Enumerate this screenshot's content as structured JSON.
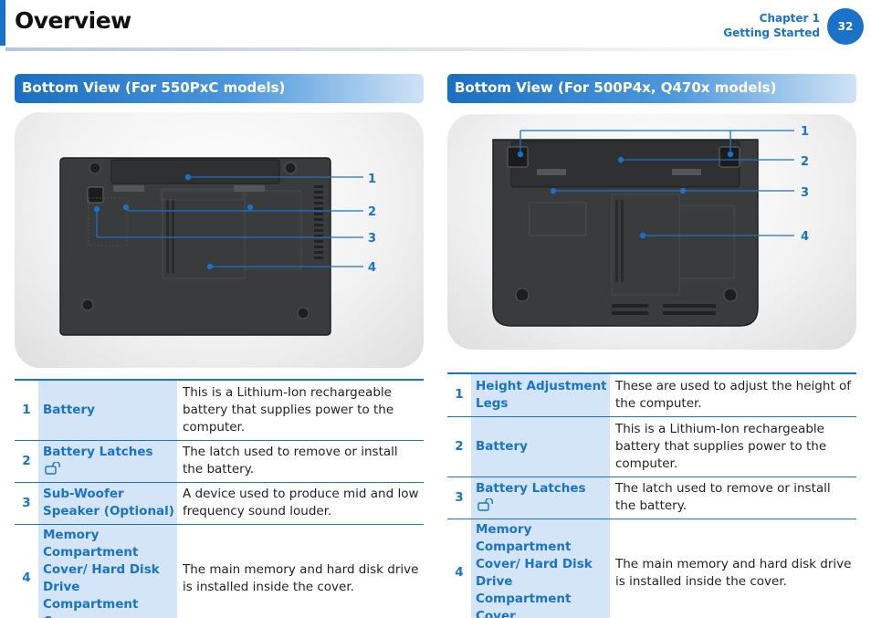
{
  "header": {
    "title": "Overview",
    "chapter": "Chapter 1",
    "section": "Getting Started",
    "page_number": "32"
  },
  "left": {
    "heading": "Bottom View (For 550PxC models)",
    "callouts": [
      "1",
      "2",
      "3",
      "4"
    ],
    "rows": [
      {
        "num": "1",
        "name": "Battery",
        "desc": "This is a Lithium-Ion rechargeable battery that supplies power to the computer."
      },
      {
        "num": "2",
        "name": "Battery Latches",
        "icon": "unlock-icon",
        "desc": "The latch used to remove or install the battery."
      },
      {
        "num": "3",
        "name": "Sub-Woofer Speaker (Optional)",
        "desc": "A device used to produce mid and low frequency sound louder."
      },
      {
        "num": "4",
        "name": "Memory Compartment Cover/ Hard Disk Drive Compartment Cover",
        "desc": "The main memory and hard disk drive is installed inside the cover."
      }
    ]
  },
  "right": {
    "heading": "Bottom View (For 500P4x, Q470x models)",
    "callouts": [
      "1",
      "2",
      "3",
      "4"
    ],
    "rows": [
      {
        "num": "1",
        "name": "Height Adjustment Legs",
        "desc": "These are used to adjust the height of the computer."
      },
      {
        "num": "2",
        "name": "Battery",
        "desc": "This is a Lithium-Ion rechargeable battery that supplies power to the computer."
      },
      {
        "num": "3",
        "name": "Battery Latches",
        "icon": "unlock-icon",
        "desc": "The latch used to remove or install the battery."
      },
      {
        "num": "4",
        "name": "Memory Compartment Cover/ Hard Disk Drive Compartment Cover",
        "desc": "The main memory and hard disk drive is installed inside the cover."
      }
    ]
  },
  "colors": {
    "accent": "#1a73c8",
    "name_cell": "#d3e5f7",
    "laptop_body": "#3a3b3d"
  }
}
